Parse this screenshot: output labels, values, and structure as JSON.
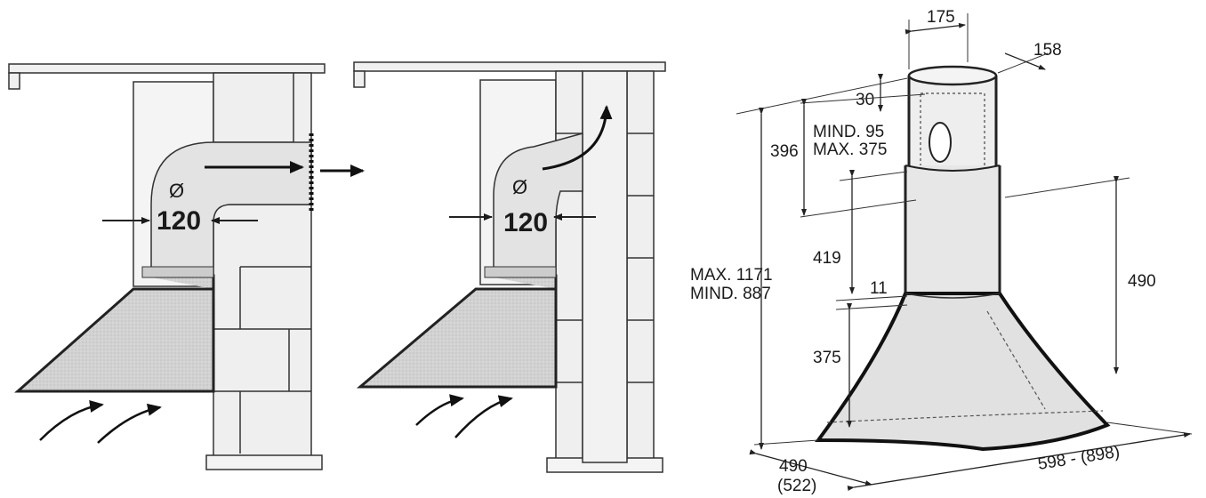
{
  "diagram1": {
    "diameter_symbol": "Ø",
    "diameter_value": "120"
  },
  "diagram2": {
    "diameter_symbol": "Ø",
    "diameter_value": "120"
  },
  "diagram3": {
    "dim_top_width": "175",
    "dim_top_depth": "158",
    "dim_top_offset": "30",
    "dim_chimney": "396",
    "dim_opening_min": "MIND. 95",
    "dim_opening_max": "MAX. 375",
    "dim_upper": "419",
    "dim_collar": "11",
    "dim_canopy_height": "375",
    "dim_total_max": "MAX. 1171",
    "dim_total_min": "MIND. 887",
    "dim_hood_height": "490",
    "dim_depth": "490",
    "dim_depth_alt": "(522)",
    "dim_width": "598 - (898)"
  }
}
